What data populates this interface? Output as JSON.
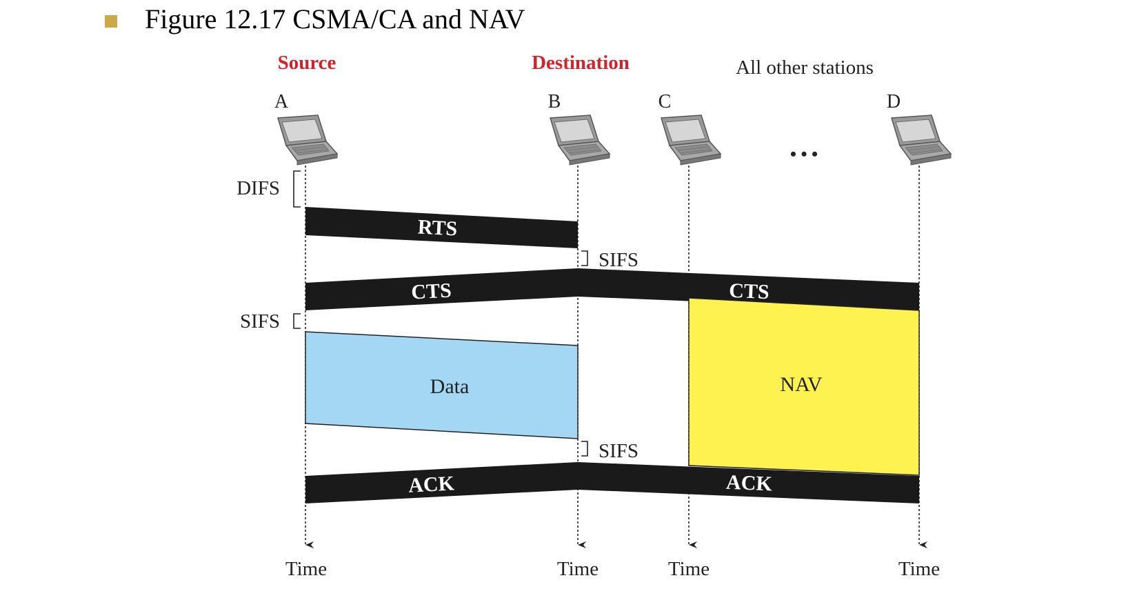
{
  "title": "Figure 12.17  CSMA/CA and NAV",
  "labels": {
    "source": "Source",
    "destination": "Destination",
    "others": "All other stations",
    "ellipsis": "• • •"
  },
  "stations": [
    {
      "id": "a",
      "name": "A",
      "time": "Time"
    },
    {
      "id": "b",
      "name": "B",
      "time": "Time"
    },
    {
      "id": "c",
      "name": "C",
      "time": "Time"
    },
    {
      "id": "d",
      "name": "D",
      "time": "Time"
    }
  ],
  "intervals": {
    "difs": "DIFS",
    "sifs_1": "SIFS",
    "sifs_2": "SIFS",
    "sifs_3": "SIFS"
  },
  "frames": {
    "rts": "RTS",
    "cts_left": "CTS",
    "cts_right": "CTS",
    "data": "Data",
    "nav": "NAV",
    "ack_left": "ACK",
    "ack_right": "ACK"
  },
  "colors": {
    "bullet": "#c9a94b",
    "heading_red": "#d2232a",
    "frame_black": "#1a1a1a",
    "data_blue": "#a3d7f3",
    "nav_yellow": "#fdf250"
  }
}
